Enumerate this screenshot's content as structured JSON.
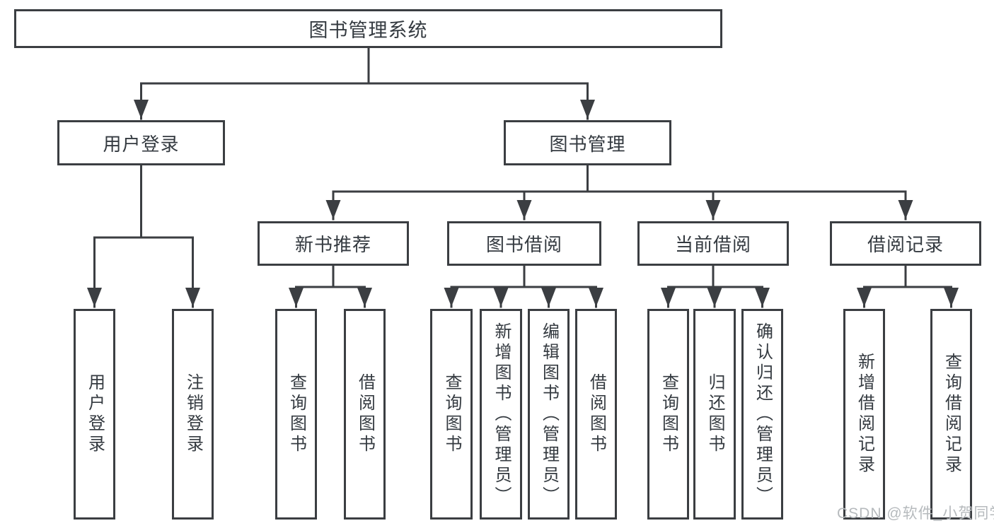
{
  "diagram": {
    "root": {
      "label": "图书管理系统"
    },
    "level2": [
      {
        "label": "用户登录",
        "children": [
          {
            "label": "用户登录"
          },
          {
            "label": "注销登录"
          }
        ]
      },
      {
        "label": "图书管理",
        "children": [
          {
            "label": "新书推荐",
            "children": [
              {
                "label": "查询图书"
              },
              {
                "label": "借阅图书"
              }
            ]
          },
          {
            "label": "图书借阅",
            "children": [
              {
                "label": "查询图书"
              },
              {
                "label": "新增图书（管理员）"
              },
              {
                "label": "编辑图书（管理员）"
              },
              {
                "label": "借阅图书"
              }
            ]
          },
          {
            "label": "当前借阅",
            "children": [
              {
                "label": "查询图书"
              },
              {
                "label": "归还图书"
              },
              {
                "label": "确认归还（管理员）"
              }
            ]
          },
          {
            "label": "借阅记录",
            "children": [
              {
                "label": "新增借阅记录"
              },
              {
                "label": "查询借阅记录"
              }
            ]
          }
        ]
      }
    ]
  },
  "watermark": {
    "text": "CSDN @软件_小贺同学"
  },
  "colors": {
    "line": "#3b3e42",
    "text": "#343a40",
    "watermark": "#b6babd",
    "background": "#ffffff"
  }
}
